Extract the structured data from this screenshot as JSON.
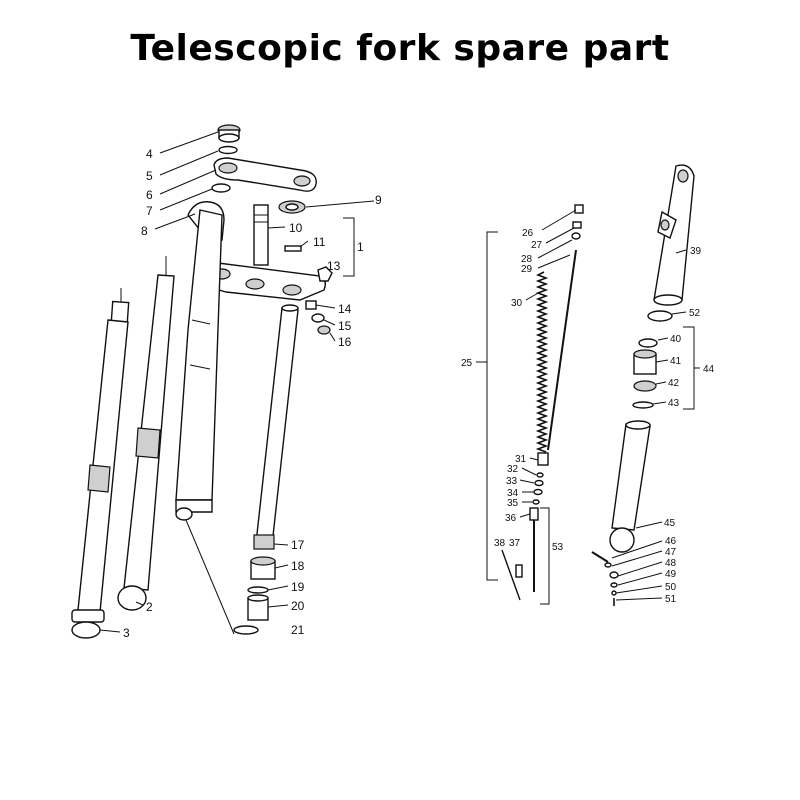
{
  "title": "Telescopic fork spare part",
  "labels": {
    "l1": "1",
    "l2": "2",
    "l3": "3",
    "l4": "4",
    "l5": "5",
    "l6": "6",
    "l7": "7",
    "l8": "8",
    "l9": "9",
    "l10": "10",
    "l11": "11",
    "l13": "13",
    "l14": "14",
    "l15": "15",
    "l16": "16",
    "l17": "17",
    "l18": "18",
    "l19": "19",
    "l20": "20",
    "l21": "21",
    "l25": "25",
    "l26": "26",
    "l27": "27",
    "l28": "28",
    "l29": "29",
    "l30": "30",
    "l31": "31",
    "l32": "32",
    "l33": "33",
    "l34": "34",
    "l35": "35",
    "l36": "36",
    "l37": "37",
    "l38": "38",
    "l39": "39",
    "l40": "40",
    "l41": "41",
    "l42": "42",
    "l43": "43",
    "l44": "44",
    "l45": "45",
    "l46": "46",
    "l47": "47",
    "l48": "48",
    "l49": "49",
    "l50": "50",
    "l51": "51",
    "l52": "52",
    "l53": "53"
  }
}
